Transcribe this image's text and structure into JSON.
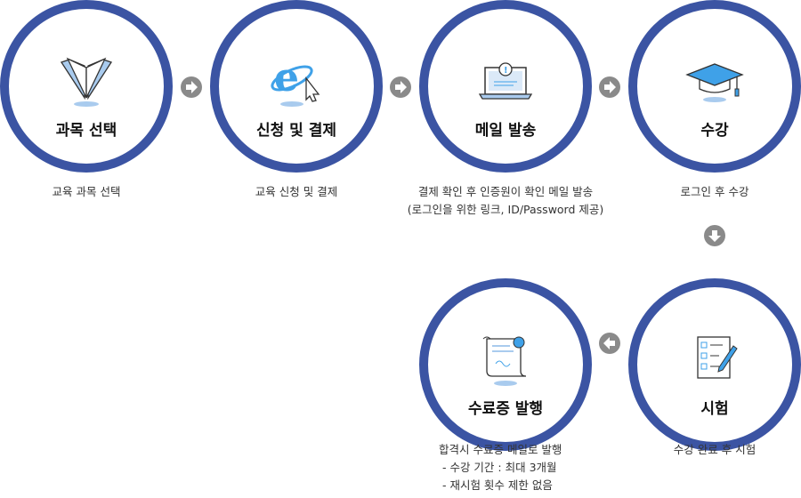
{
  "steps": [
    {
      "title": "과목 선택",
      "desc": [
        "교육 과목 선택"
      ],
      "icon": "book-icon"
    },
    {
      "title": "신청 및 결제",
      "desc": [
        "교육 신청 및 결제"
      ],
      "icon": "browser-e-icon"
    },
    {
      "title": "메일 발송",
      "desc": [
        "결제 확인 후 인증원이 확인 메일 발송",
        "(로그인을 위한 링크, ID/Password 제공)"
      ],
      "icon": "laptop-mail-icon"
    },
    {
      "title": "수강",
      "desc": [
        "로그인 후 수강"
      ],
      "icon": "graduation-cap-icon"
    },
    {
      "title": "시험",
      "desc": [
        "수강 완료 후 시험"
      ],
      "icon": "checklist-icon"
    },
    {
      "title": "수료증 발행",
      "desc": [
        "합격시 수료증 메일로 발행",
        " - 수강 기간 : 최대 3개월",
        " - 재시험 횟수 제한 없음"
      ],
      "icon": "certificate-icon"
    }
  ],
  "colors": {
    "ring": "#3b54a3",
    "arrow": "#8a8a8a",
    "icon_fill": "#a9cbee",
    "icon_accent": "#3fa1e8"
  }
}
